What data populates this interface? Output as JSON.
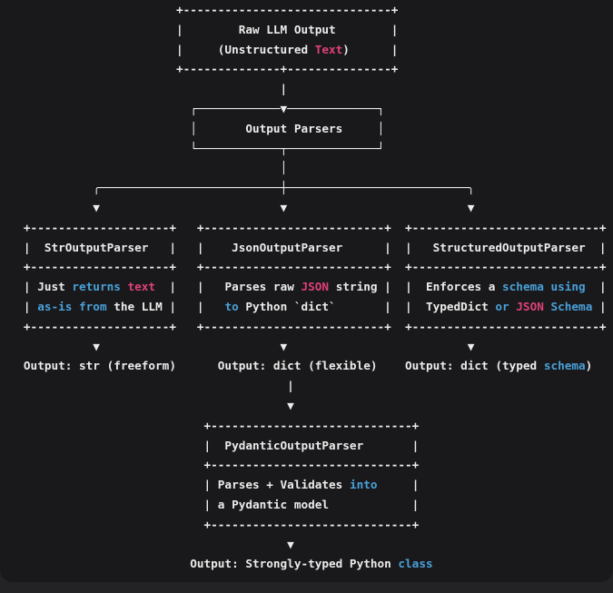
{
  "colors": {
    "page_bg": "#232325",
    "panel_bg": "#19191b",
    "w": "#ececec",
    "b": "#4aa0d9",
    "p": "#de4178"
  },
  "nodes": {
    "source": {
      "title": "Raw LLM Output",
      "subtitle": "(Unstructured Text)"
    },
    "hub": {
      "title": "Output Parsers"
    },
    "parsers": [
      {
        "title": "StrOutputParser",
        "description": "Just returns text as-is from the LLM",
        "output": "Output: str (freeform)"
      },
      {
        "title": "JsonOutputParser",
        "description": "Parses raw JSON string to Python `dict`",
        "output": "Output: dict (flexible)"
      },
      {
        "title": "StructuredOutputParser",
        "description": "Enforces a schema using TypedDict or JSON Schema",
        "output": "Output: dict (typed schema)"
      },
      {
        "title": "PydanticOutputParser",
        "description": "Parses + Validates into a Pydantic model",
        "output": "Output: Strongly-typed Python class"
      }
    ]
  },
  "diagram": {
    "rows": [
      [
        [
          "w",
          "                         +------------------------------+"
        ]
      ],
      [
        [
          "w",
          "                         |        Raw LLM Output        |"
        ]
      ],
      [
        [
          "w",
          "                         |     (Unstructured "
        ],
        [
          "p",
          "Text"
        ],
        [
          "w",
          ")      |"
        ]
      ],
      [
        [
          "w",
          "                         +--------------+---------------+"
        ]
      ],
      [
        [
          "w",
          "                                        |"
        ]
      ],
      [
        [
          "w",
          "                           ┌────────────▼─────────────┐"
        ]
      ],
      [
        [
          "w",
          "                           │       Output Parsers     │"
        ]
      ],
      [
        [
          "w",
          "                           └────────────┬─────────────┘"
        ]
      ],
      [
        [
          "w",
          "                                        │"
        ]
      ],
      [
        [
          "w",
          "             ╭──────────────────────────┼──────────────────────────╮"
        ]
      ],
      [
        [
          "w",
          "             ▼                          ▼                          ▼"
        ]
      ],
      [
        [
          "w",
          "   +--------------------+   +--------------------------+  +---------------------------+"
        ]
      ],
      [
        [
          "w",
          "   |  StrOutputParser   |   |    JsonOutputParser      |  |   StructuredOutputParser  |"
        ]
      ],
      [
        [
          "w",
          "   +--------------------+   +--------------------------+  +---------------------------+"
        ]
      ],
      [
        [
          "w",
          "   | Just "
        ],
        [
          "b",
          "returns"
        ],
        [
          "w",
          " "
        ],
        [
          "p",
          "text"
        ],
        [
          "w",
          "  |   |   Parses raw "
        ],
        [
          "p",
          "JSON"
        ],
        [
          "w",
          " string |  |  Enforces a "
        ],
        [
          "b",
          "schema using"
        ],
        [
          "w",
          "  |"
        ]
      ],
      [
        [
          "w",
          "   | "
        ],
        [
          "b",
          "as-is from"
        ],
        [
          "w",
          " the LLM |   |   "
        ],
        [
          "b",
          "to"
        ],
        [
          "w",
          " Python `dict`       |  |  TypedDict "
        ],
        [
          "b",
          "or"
        ],
        [
          "w",
          " "
        ],
        [
          "p",
          "JSON"
        ],
        [
          "w",
          " "
        ],
        [
          "b",
          "Schema"
        ],
        [
          "w",
          " |"
        ]
      ],
      [
        [
          "w",
          "   +--------------------+   +--------------------------+  +---------------------------+"
        ]
      ],
      [
        [
          "w",
          "             ▼                          ▼                          ▼"
        ]
      ],
      [
        [
          "w",
          "   Output: str (freeform)      Output: dict (flexible)    Output: dict (typed "
        ],
        [
          "b",
          "schema"
        ],
        [
          "w",
          ")"
        ]
      ],
      [
        [
          "w",
          "                                         |"
        ]
      ],
      [
        [
          "w",
          "                                         ▼"
        ]
      ],
      [
        [
          "w",
          "                             +-----------------------------+"
        ]
      ],
      [
        [
          "w",
          "                             |  PydanticOutputParser       |"
        ]
      ],
      [
        [
          "w",
          "                             +-----------------------------+"
        ]
      ],
      [
        [
          "w",
          "                             | Parses + Validates "
        ],
        [
          "b",
          "into"
        ],
        [
          "w",
          "     |"
        ]
      ],
      [
        [
          "w",
          "                             | a Pydantic model            |"
        ]
      ],
      [
        [
          "w",
          "                             +-----------------------------+"
        ]
      ],
      [
        [
          "w",
          "                                         ▼"
        ]
      ],
      [
        [
          "w",
          "                           Output: Strongly-typed Python "
        ],
        [
          "b",
          "class"
        ]
      ]
    ]
  }
}
